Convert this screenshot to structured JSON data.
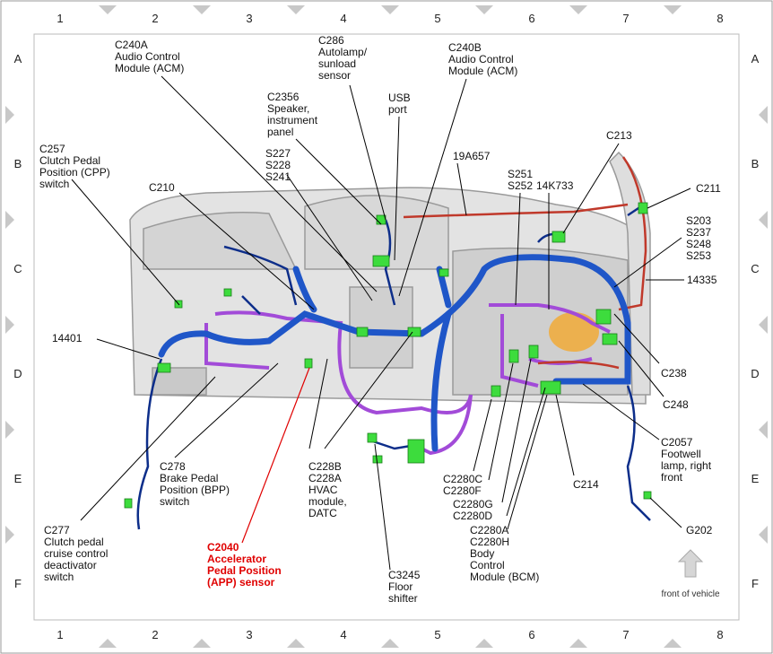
{
  "grid": {
    "columns": [
      "1",
      "2",
      "3",
      "4",
      "5",
      "6",
      "7",
      "8"
    ],
    "rows": [
      "A",
      "B",
      "C",
      "D",
      "E",
      "F"
    ]
  },
  "labels": {
    "c240a": [
      "C240A",
      "Audio Control",
      "Module (ACM)"
    ],
    "c286": [
      "C286",
      "Autolamp/",
      "sunload",
      "sensor"
    ],
    "c240b": [
      "C240B",
      "Audio Control",
      "Module (ACM)"
    ],
    "usb": [
      "USB",
      "port"
    ],
    "c2356": [
      "C2356",
      "Speaker,",
      "instrument",
      "panel"
    ],
    "c257": [
      "C257",
      "Clutch Pedal",
      "Position (CPP)",
      "switch"
    ],
    "s227": [
      "S227",
      "S228",
      "S241"
    ],
    "c210": [
      "C210"
    ],
    "n19a657": [
      "19A657"
    ],
    "s251": [
      "S251",
      "S252"
    ],
    "n14k733": [
      "14K733"
    ],
    "c213": [
      "C213"
    ],
    "c211": [
      "C211"
    ],
    "s203": [
      "S203",
      "S237",
      "S248",
      "S253"
    ],
    "n14335": [
      "14335"
    ],
    "n14401": [
      "14401"
    ],
    "c238": [
      "C238"
    ],
    "c248": [
      "C248"
    ],
    "c2057": [
      "C2057",
      "Footwell",
      "lamp, right",
      "front"
    ],
    "c214": [
      "C214"
    ],
    "g202": [
      "G202"
    ],
    "c278": [
      "C278",
      "Brake Pedal",
      "Position (BPP)",
      "switch"
    ],
    "c228": [
      "C228B",
      "C228A",
      "HVAC",
      "module,",
      "DATC"
    ],
    "c2280cf": [
      "C2280C",
      "C2280F"
    ],
    "c2280gd": [
      "C2280G",
      "C2280D"
    ],
    "c2280ah": [
      "C2280A",
      "C2280H",
      "Body",
      "Control",
      "Module (BCM)"
    ],
    "c277": [
      "C277",
      "Clutch pedal",
      "cruise control",
      "deactivator",
      "switch"
    ],
    "c2040": [
      "C2040",
      "Accelerator",
      "Pedal Position",
      "(APP) sensor"
    ],
    "c3245": [
      "C3245",
      "Floor",
      "shifter"
    ],
    "front": "front of vehicle"
  },
  "colors": {
    "harness_blue": "#1f56c8",
    "harness_dark": "#0d2e8a",
    "harness_purple": "#a24bd8",
    "harness_red": "#c0392b",
    "connector_green": "#3ddc3d",
    "highlight_red": "#e00000",
    "panel_gray": "#d9d9d9",
    "module_orange": "#f5a623"
  }
}
